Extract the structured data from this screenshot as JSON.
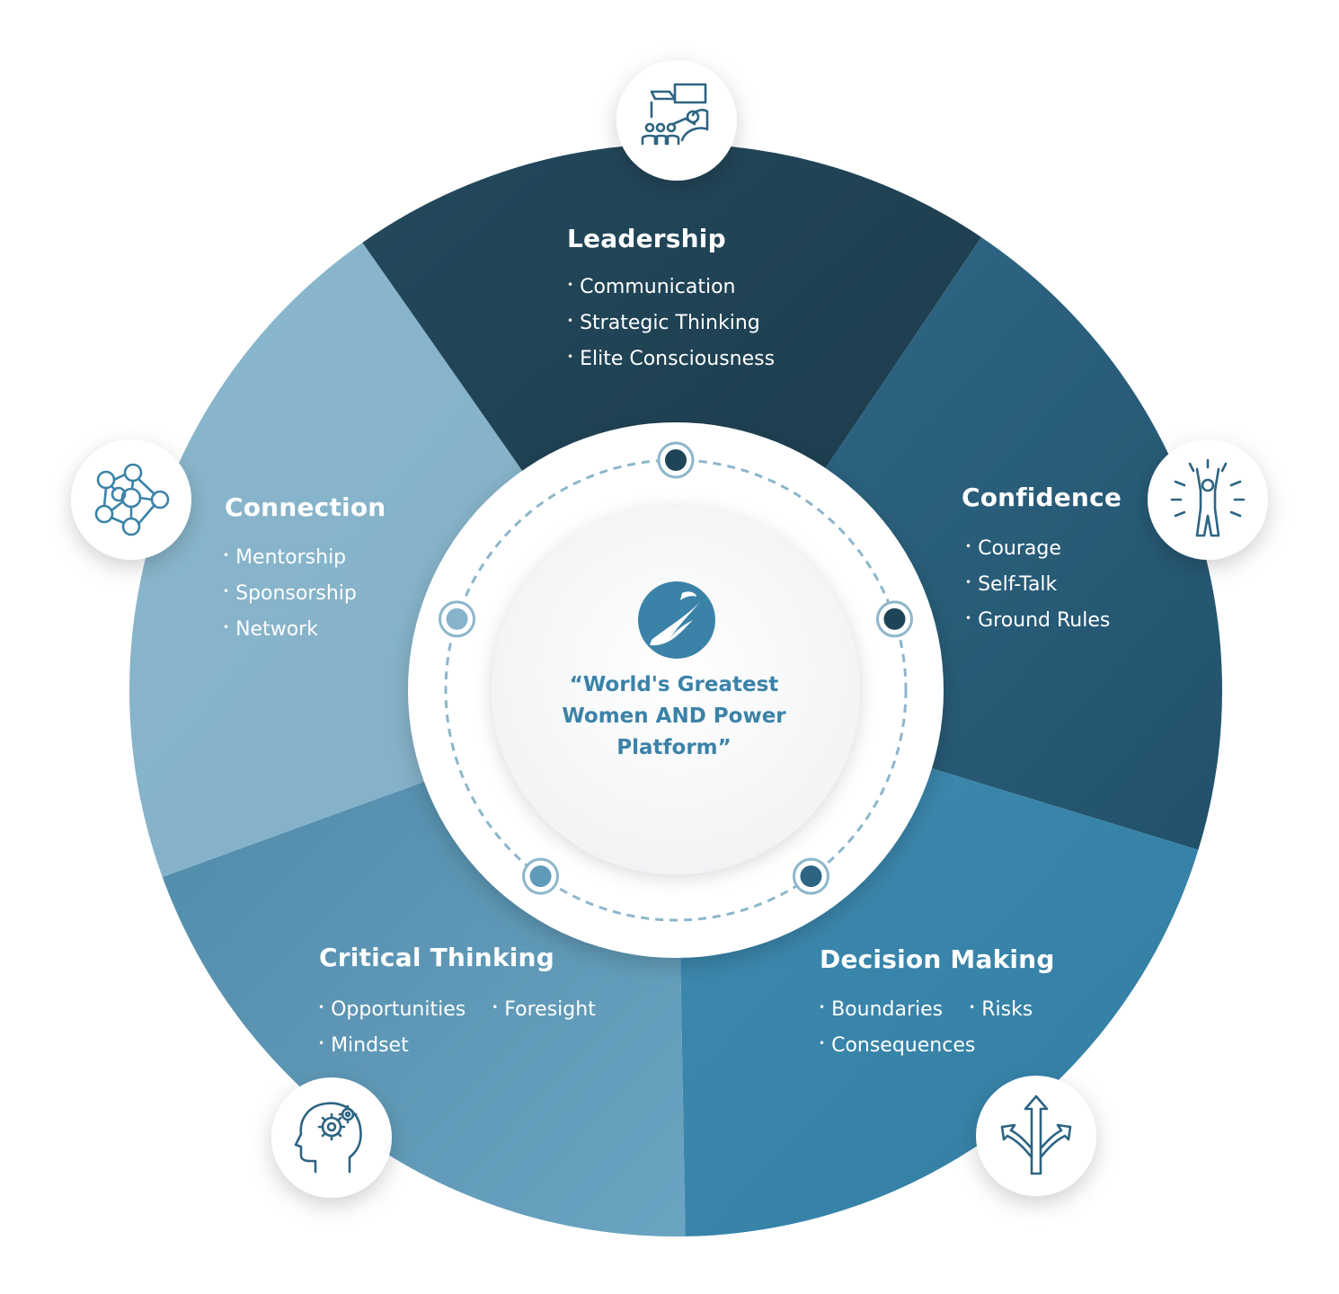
{
  "center": {
    "title": "“World's Greatest Women AND Power Platform”",
    "logo_icon": "swoosh-logo-icon"
  },
  "colors": {
    "leadership": "#1e4557",
    "confidence": "#2c6482",
    "decision_making": "#3883a7",
    "critical_thinking": "#5f9bb9",
    "connection": "#87b4ca",
    "accent": "#3b82a8",
    "icon_stroke": "#2c6482"
  },
  "sections": {
    "leadership": {
      "title": "Leadership",
      "icon": "leader-with-flag-icon",
      "items": [
        "Communication",
        "Strategic Thinking",
        "Elite Consciousness"
      ]
    },
    "confidence": {
      "title": "Confidence",
      "icon": "person-celebrating-icon",
      "items": [
        "Courage",
        "Self-Talk",
        "Ground Rules"
      ]
    },
    "decision_making": {
      "title": "Decision Making",
      "icon": "split-arrows-icon",
      "items": [
        "Boundaries",
        "Risks",
        "Consequences"
      ]
    },
    "critical_thinking": {
      "title": "Critical Thinking",
      "icon": "head-with-gears-icon",
      "items": [
        "Opportunities",
        "Foresight",
        "Mindset"
      ]
    },
    "connection": {
      "title": "Connection",
      "icon": "network-nodes-icon",
      "items": [
        "Mentorship",
        "Sponsorship",
        "Network"
      ]
    }
  }
}
